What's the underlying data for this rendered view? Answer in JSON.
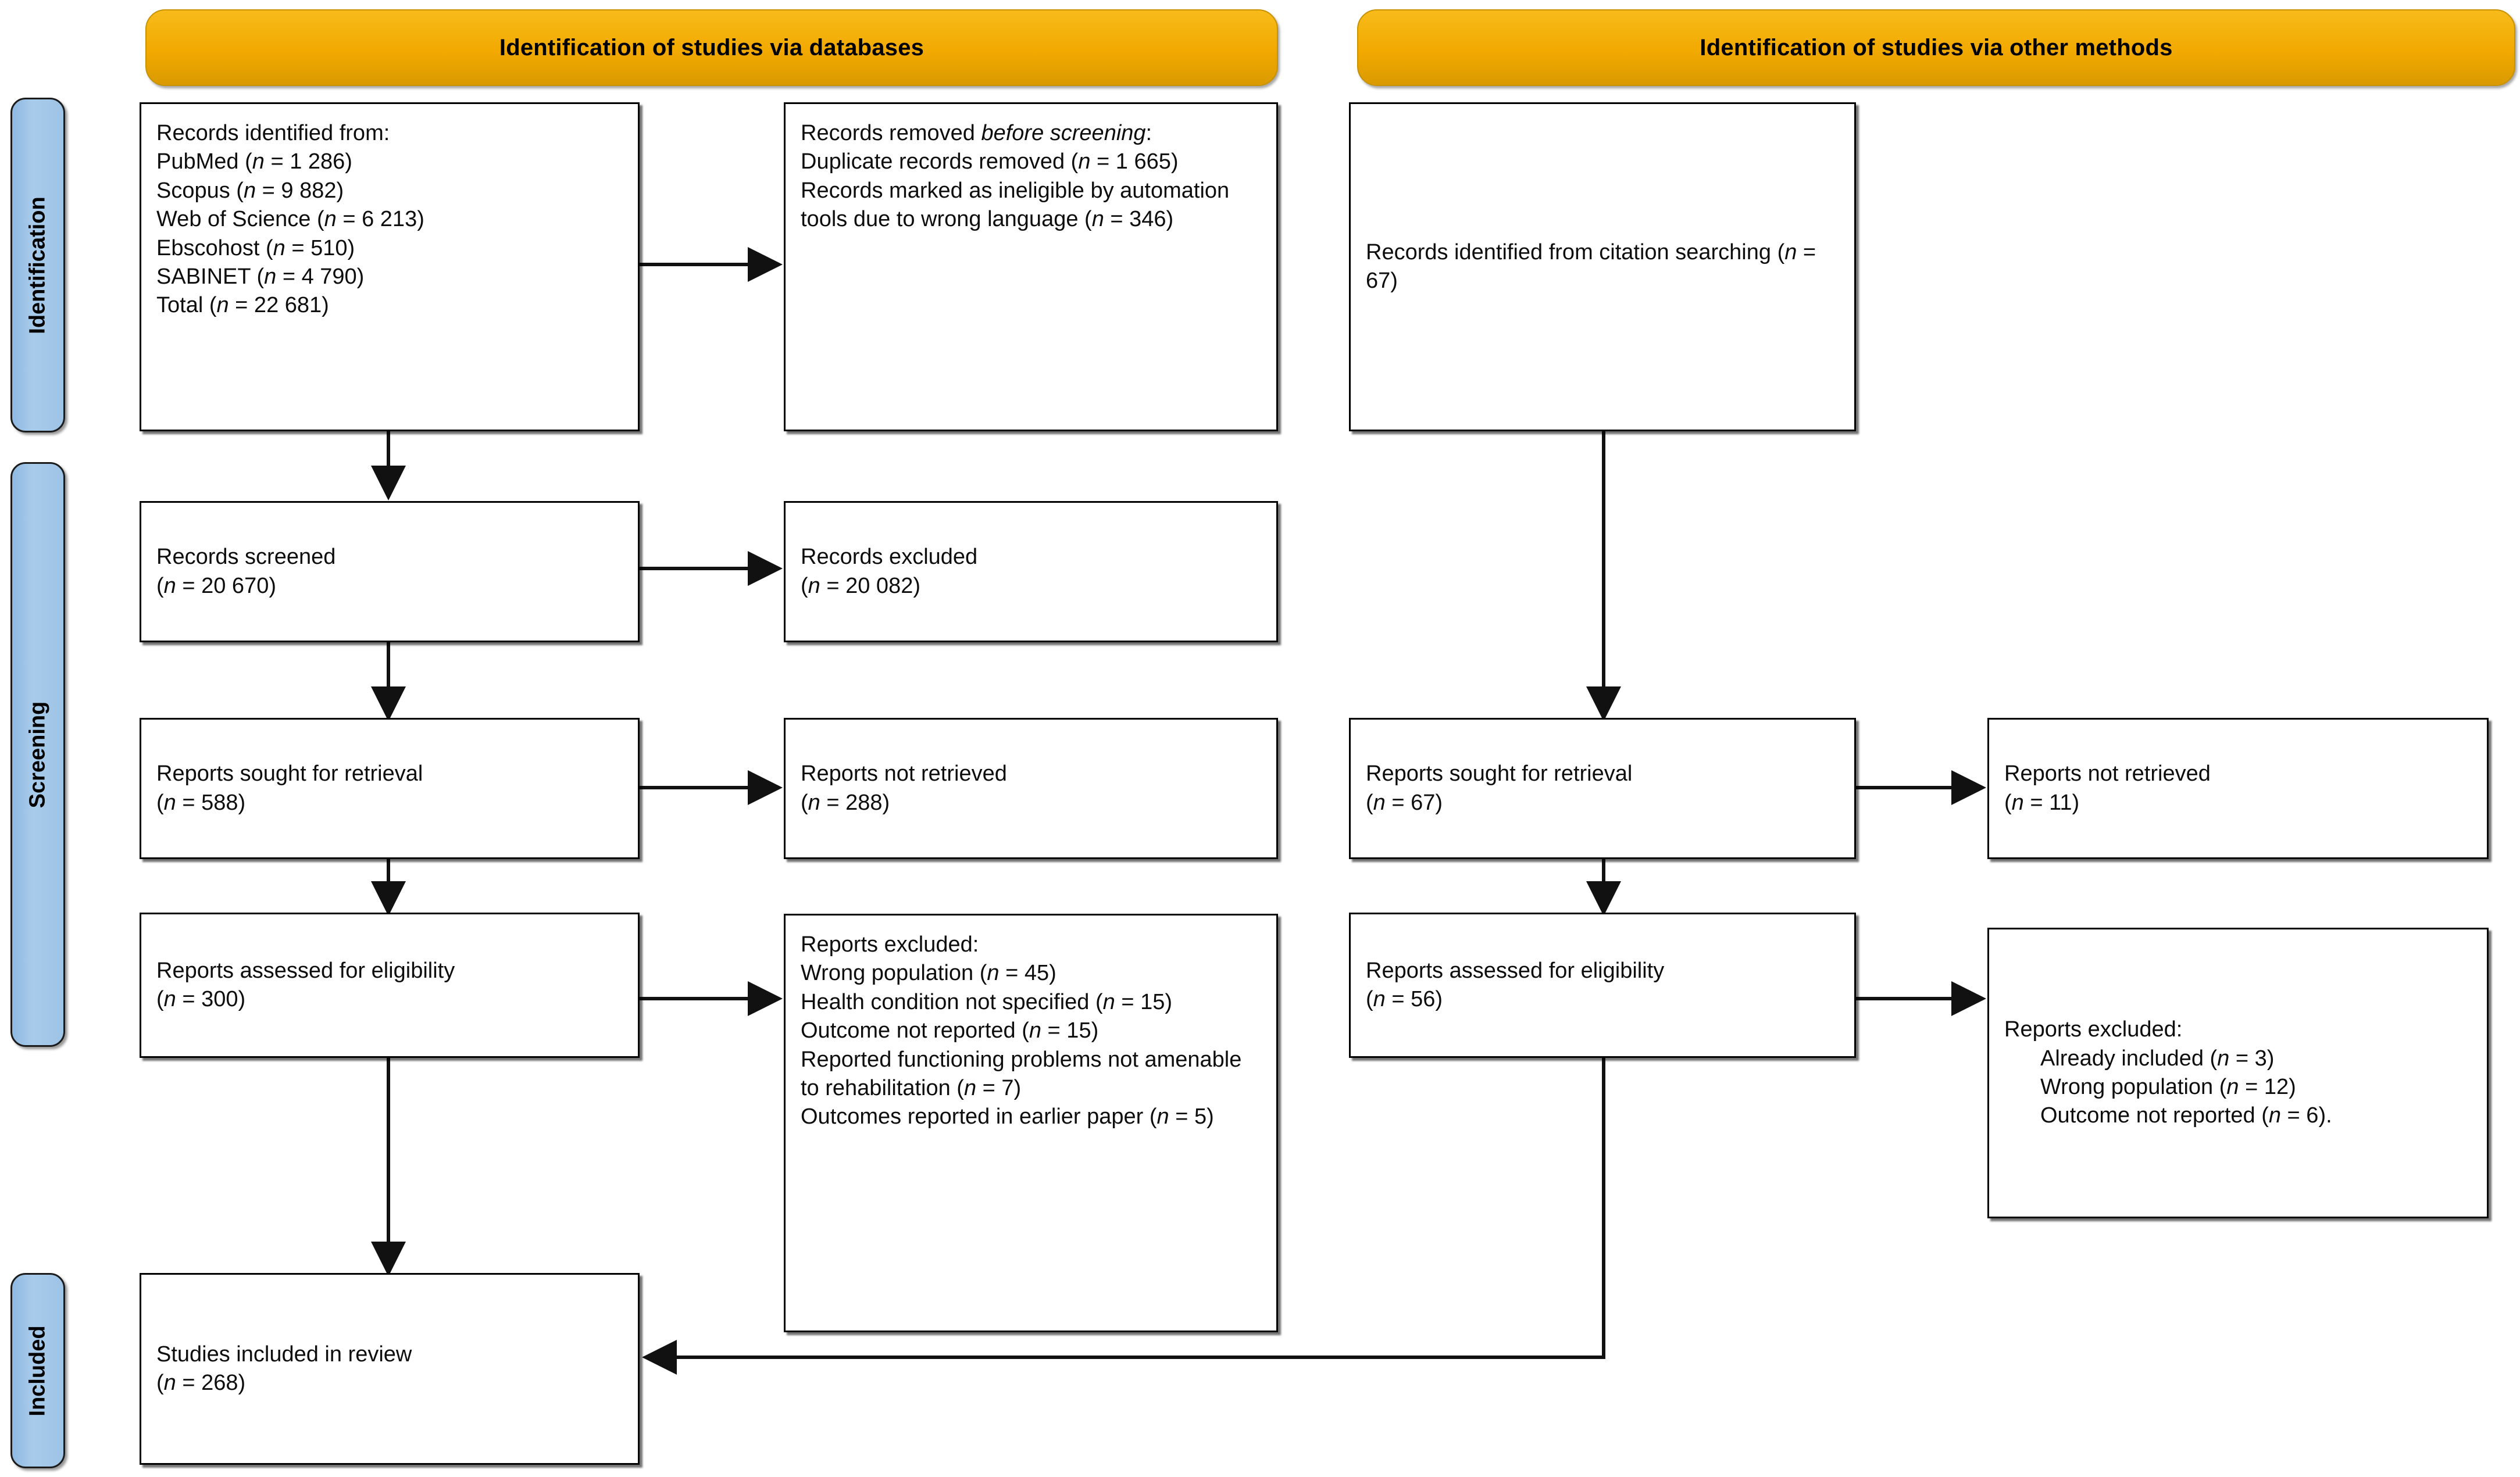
{
  "headers": {
    "databases": "Identification of studies via databases",
    "other_methods": "Identification of studies via other methods"
  },
  "stages": {
    "identification": "Identification",
    "screening": "Screening",
    "included": "Included"
  },
  "databases_column": {
    "identified": {
      "title": "Records identified from:",
      "sources": [
        {
          "name": "PubMed",
          "n": "1 286"
        },
        {
          "name": "Scopus",
          "n": "9 882"
        },
        {
          "name": "Web of Science",
          "n": "6 213"
        },
        {
          "name": "Ebscohost",
          "n": "510"
        },
        {
          "name": "SABINET",
          "n": "4 790"
        },
        {
          "name": "Total",
          "n": "22 681"
        }
      ],
      "text": "Records identified from:\nPubMed (n = 1 286)\nScopus (n = 9 882)\nWeb of Science (n = 6 213)\nEbscohost (n = 510)\nSABINET (n = 4 790)\nTotal (n = 22 681)"
    },
    "removed": {
      "title": "Records removed before screening:",
      "items": [
        {
          "label": "Duplicate records removed",
          "n": "1 665"
        },
        {
          "label": "Records marked as ineligible by automation tools due to wrong language",
          "n": "346"
        }
      ],
      "text_line1": "Records removed ",
      "text_italic1": "before",
      "text_line2": "screening",
      "text_rest": ":\nDuplicate records removed (n = 1 665)\nRecords marked as ineligible by automation tools due to wrong language (n = 346)"
    },
    "screened": {
      "label": "Records screened",
      "n": "20 670",
      "text": "Records screened\n(n = 20 670)"
    },
    "excluded": {
      "label": "Records excluded",
      "n": "20 082",
      "text": "Records excluded\n(n = 20 082)"
    },
    "sought": {
      "label": "Reports sought for retrieval",
      "n": "588",
      "text": "Reports sought for retrieval\n(n = 588)"
    },
    "not_retrieved": {
      "label": "Reports not retrieved",
      "n": "288",
      "text": "Reports not retrieved\n(n = 288)"
    },
    "assessed": {
      "label": "Reports assessed for eligibility",
      "n": "300",
      "text": "Reports assessed for eligibility\n(n = 300)"
    },
    "reports_excluded": {
      "title": "Reports excluded:",
      "reasons": [
        {
          "label": "Wrong population",
          "n": "45"
        },
        {
          "label": "Health condition not specified",
          "n": "15"
        },
        {
          "label": "Outcome not reported",
          "n": "15"
        },
        {
          "label": "Reported functioning problems not amenable to rehabilitation",
          "n": "7"
        },
        {
          "label": "Outcomes reported in earlier paper",
          "n": "5"
        }
      ],
      "text": "Reports excluded:\nWrong population (n = 45)\nHealth condition not specified (n = 15)\nOutcome not reported (n = 15)\nReported functioning problems not amenable to rehabilitation (n = 7)\nOutcomes reported in earlier paper (n = 5)"
    },
    "included": {
      "label": "Studies included in review",
      "n": "268",
      "text": "Studies included in review\n(n = 268)"
    }
  },
  "other_methods_column": {
    "identified": {
      "label": "Records identified from citation searching",
      "n": "67",
      "text": "Records identified from citation searching (n = 67)"
    },
    "sought": {
      "label": "Reports sought for retrieval",
      "n": "67",
      "text": "Reports sought for retrieval\n(n = 67)"
    },
    "not_retrieved": {
      "label": "Reports not retrieved",
      "n": "11",
      "text": "Reports not retrieved\n(n = 11)"
    },
    "assessed": {
      "label": "Reports assessed for eligibility",
      "n": "56",
      "text": "Reports assessed for eligibility\n(n = 56)"
    },
    "reports_excluded": {
      "title": "Reports excluded:",
      "reasons": [
        {
          "label": "Already included",
          "n": "3"
        },
        {
          "label": "Wrong population",
          "n": "12"
        },
        {
          "label": "Outcome not reported",
          "n": "6"
        }
      ],
      "text": "Reports excluded:\n    Already included (n = 3)\n    Wrong population (n = 12)\n    Outcome not reported (n = 6)."
    }
  },
  "colors": {
    "header_fill": "#f2a900",
    "stage_fill": "#9dc3e6",
    "box_border": "#000000",
    "background": "#ffffff"
  }
}
